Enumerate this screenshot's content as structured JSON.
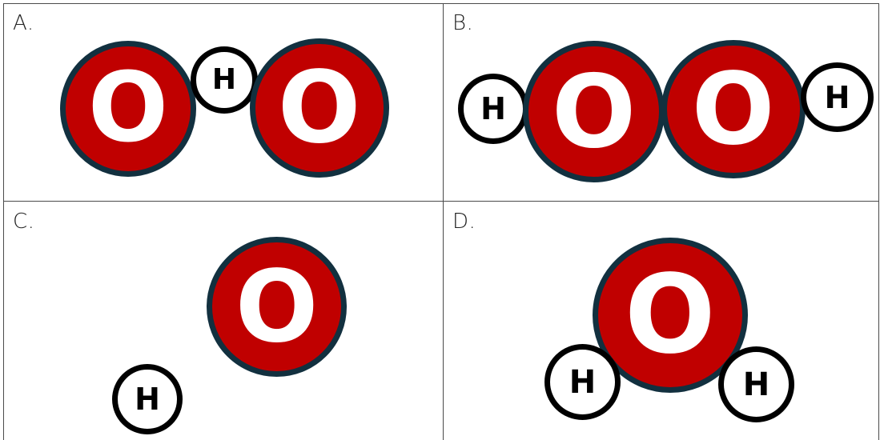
{
  "panels": {
    "a": {
      "label": "A.",
      "atoms": [
        "O",
        "H",
        "O"
      ]
    },
    "b": {
      "label": "B.",
      "atoms": [
        "H",
        "O",
        "O",
        "H"
      ]
    },
    "c": {
      "label": "C.",
      "atoms": [
        "O",
        "H"
      ]
    },
    "d": {
      "label": "D.",
      "atoms": [
        "O",
        "H",
        "H"
      ]
    }
  },
  "colors": {
    "oxygen_fill": "#c00000",
    "oxygen_outline": "#12303f",
    "hydrogen_fill": "#ffffff",
    "hydrogen_outline": "#000000",
    "grid_lines": "#4a4a4a"
  }
}
